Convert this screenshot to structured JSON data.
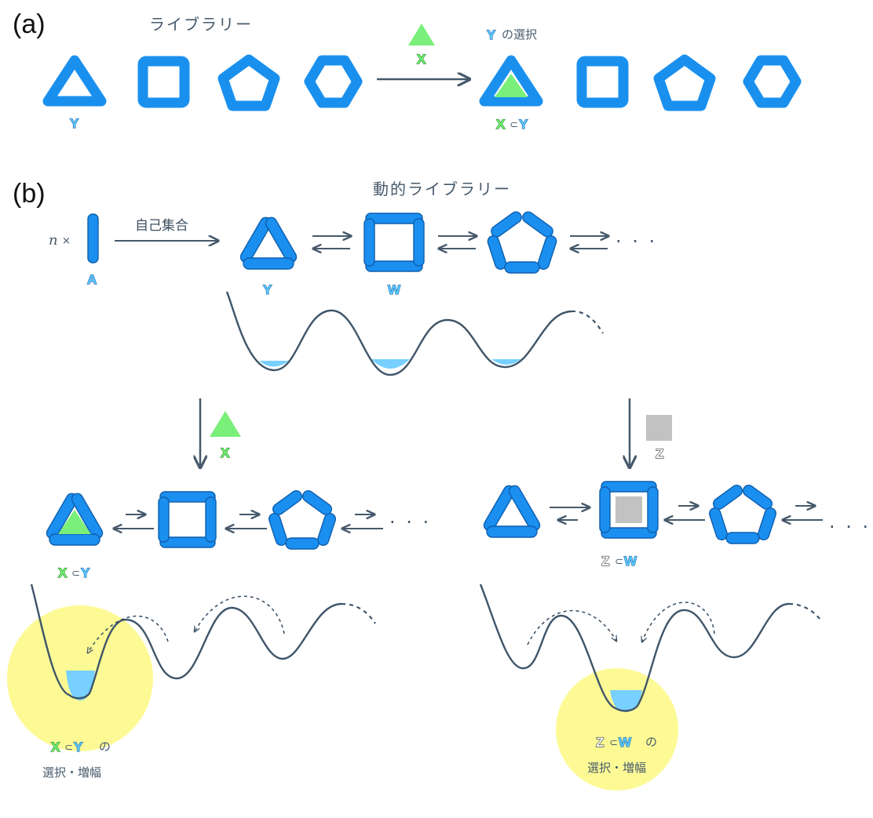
{
  "panel_a": {
    "label": "(a)",
    "library_title": "ライブラリー",
    "molecule_y": "Y",
    "molecule_x": "X",
    "selection_mol": "Y",
    "selection_text": "の選択",
    "result_x": "X",
    "result_subset": "⊂",
    "result_y": "Y"
  },
  "panel_b": {
    "label": "(b)",
    "dynamic_title": "動的ライブラリー",
    "n_prefix": "n",
    "times": "×",
    "self_assembly": "自己集合",
    "component_a": "A",
    "assembly_y": "Y",
    "assembly_w": "W",
    "ellipsis": "· · ·",
    "left_branch": {
      "guest": "X",
      "result_x": "X",
      "result_subset": "⊂",
      "result_y": "Y",
      "outcome_mol_x": "X",
      "outcome_subset": "⊂",
      "outcome_mol_y": "Y",
      "outcome_no": "の",
      "outcome_text": "選択・増幅"
    },
    "right_branch": {
      "guest": "Z",
      "result_z": "Z",
      "result_subset": "⊂",
      "result_w": "W",
      "outcome_mol_z": "Z",
      "outcome_subset": "⊂",
      "outcome_mol_w": "W",
      "outcome_no": "の",
      "outcome_text": "選択・増幅"
    }
  },
  "colors": {
    "blue_ring": "#1a90ee",
    "green_guest": "#7af07a",
    "gray_guest": "#c2c2c2",
    "well_water": "#77d0ff",
    "highlight": "#fdfa95",
    "line": "#46596b"
  }
}
